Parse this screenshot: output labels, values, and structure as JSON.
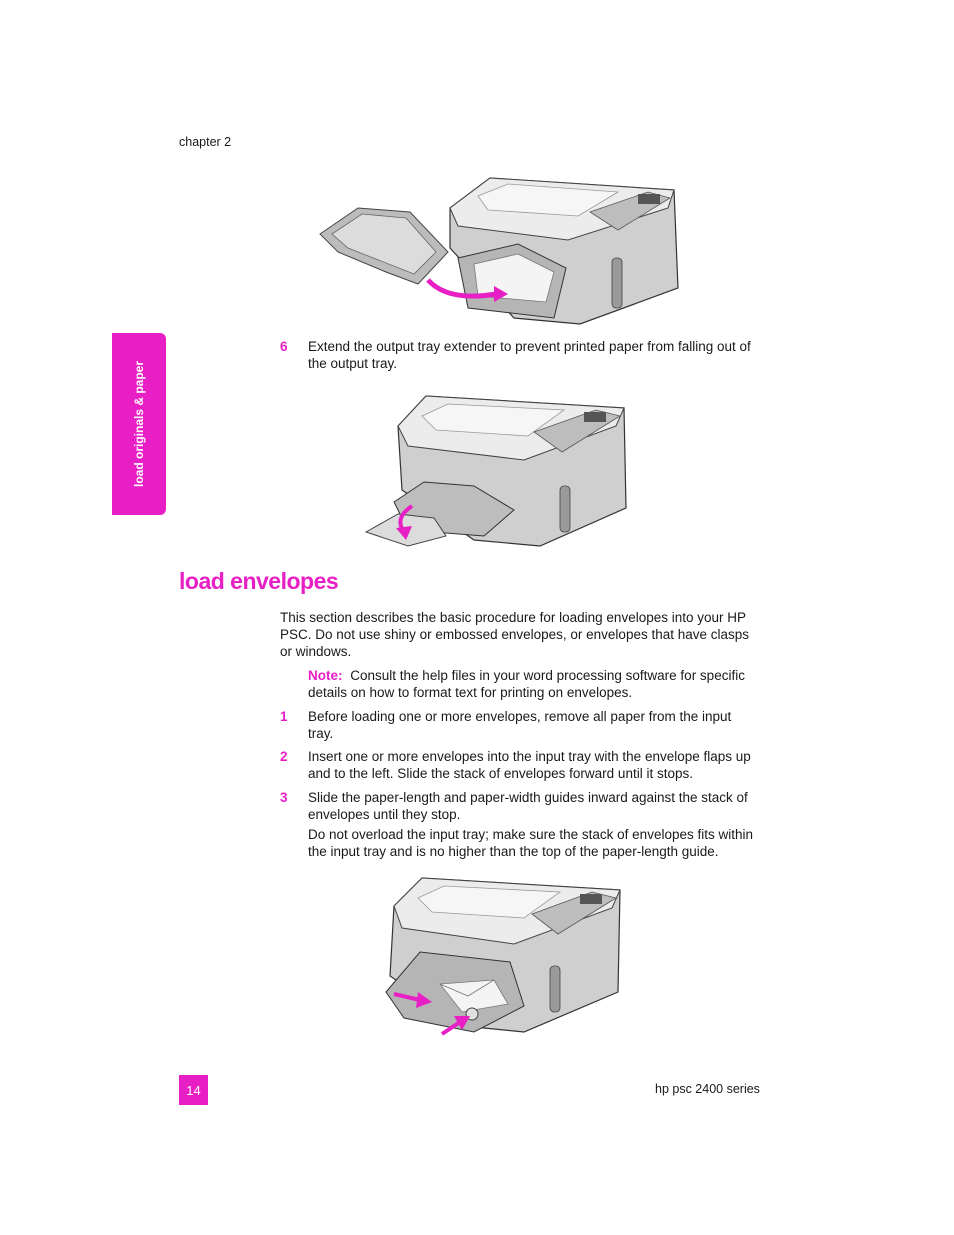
{
  "header": {
    "chapter": "chapter 2"
  },
  "side_tab": {
    "label": "load originals & paper",
    "color": "#e81fc5"
  },
  "step6": {
    "number": "6",
    "text": "Extend the output tray extender to prevent printed paper from falling out of the output tray."
  },
  "section": {
    "title": "load envelopes",
    "intro": "This section describes the basic procedure for loading envelopes into your HP PSC. Do not use shiny or embossed envelopes, or envelopes that have clasps or windows.",
    "note_label": "Note:",
    "note_text": "Consult the help files in your word processing software for specific details on how to format text for printing on envelopes.",
    "steps": [
      {
        "number": "1",
        "text": "Before loading one or more envelopes, remove all paper from the input tray."
      },
      {
        "number": "2",
        "text": "Insert one or more envelopes into the input tray with the envelope flaps up and to the left. Slide the stack of envelopes forward until it stops."
      },
      {
        "number": "3",
        "text": "Slide the paper-length and paper-width guides inward against the stack of envelopes until they stop."
      }
    ],
    "step3_followup": "Do not overload the input tray; make sure the stack of envelopes fits within the input tray and is no higher than the top of the paper-length guide."
  },
  "footer": {
    "page_number": "14",
    "product": "hp psc 2400 series"
  },
  "colors": {
    "accent": "#e81fc5",
    "printer_body": "#d6d6d6",
    "printer_shadow": "#8a8a8a"
  }
}
